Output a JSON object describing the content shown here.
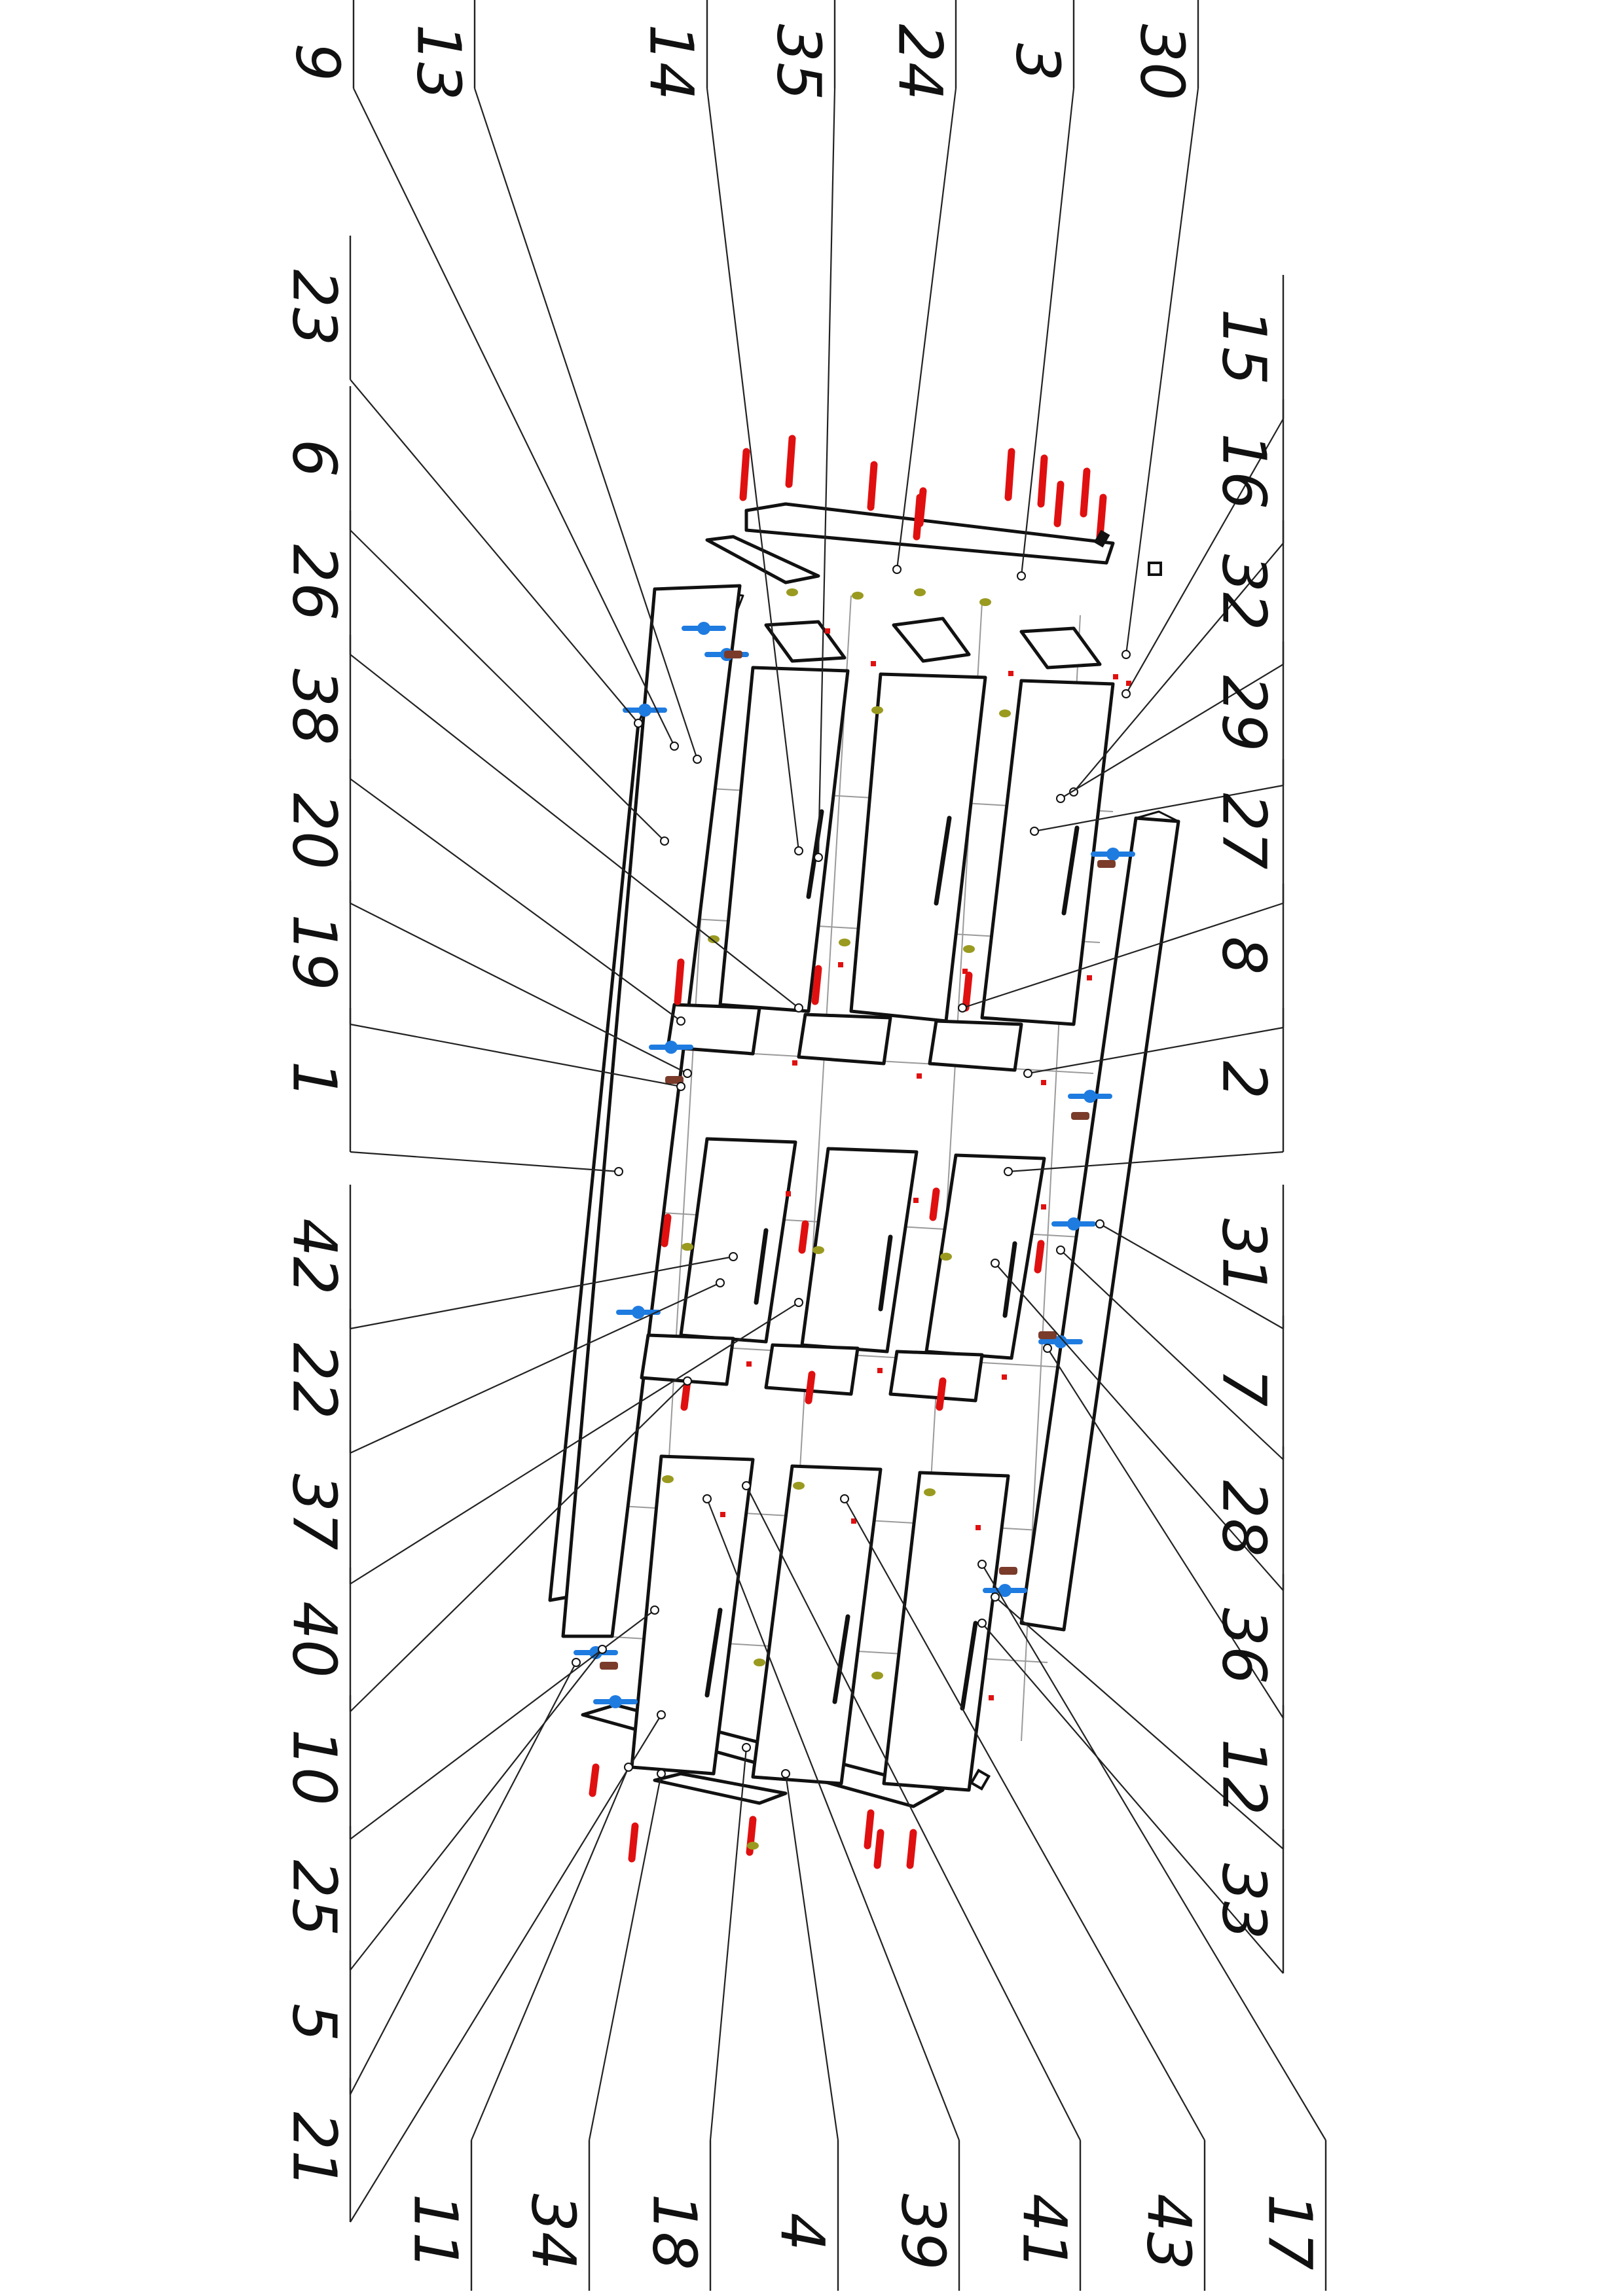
{
  "diagram": {
    "left_callouts": [
      "23",
      "6",
      "26",
      "38",
      "20",
      "19",
      "1",
      "42",
      "22",
      "37",
      "40",
      "10",
      "25",
      "5",
      "21"
    ],
    "right_callouts": [
      "15",
      "16",
      "32",
      "29",
      "27",
      "8",
      "2",
      "31",
      "7",
      "28",
      "36",
      "12",
      "33"
    ],
    "top_callouts": [
      "9",
      "13",
      "14",
      "35",
      "24",
      "3",
      "30"
    ],
    "bottom_callouts": [
      "11",
      "34",
      "18",
      "4",
      "39",
      "41",
      "43",
      "17"
    ]
  },
  "colors": {
    "line": "#111111",
    "confirmat_screw": "#e01010",
    "cam_lock": "#1e7be0",
    "dowel": "#9a9a20",
    "hinge_plate": "#7a3b2a"
  }
}
